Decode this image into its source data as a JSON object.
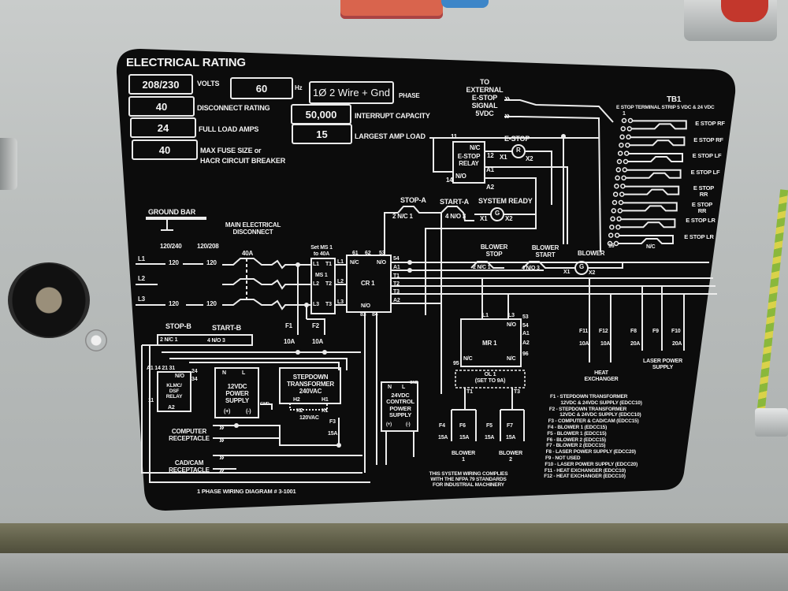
{
  "rating": {
    "title": "ELECTRICAL RATING",
    "volts_value": "208/230",
    "volts_label": "VOLTS",
    "hz_value": "60",
    "hz_label": "Hz",
    "phase_value": "1Ø 2 Wire + Gnd",
    "phase_label": "PHASE",
    "disconnect_value": "40",
    "disconnect_label": "DISCONNECT RATING",
    "interrupt_value": "50,000",
    "interrupt_label": "INTERRUPT CAPACITY",
    "fla_value": "24",
    "fla_label": "FULL LOAD AMPS",
    "largest_value": "15",
    "largest_label": "LARGEST AMP LOAD",
    "fuse_value": "40",
    "fuse_label_1": "MAX FUSE SIZE or",
    "fuse_label_2": "HACR CIRCUIT BREAKER"
  },
  "estop": {
    "external": [
      "TO",
      "EXTERNAL",
      "E-STOP",
      "SIGNAL",
      "5VDC"
    ],
    "tb1": "TB1",
    "tb1_desc": "E STOP TERMINAL STRIP 5 VDC & 24 VDC",
    "terminal_first": "1",
    "terminal_last": "16",
    "nc": "N/C",
    "switches": [
      "E STOP RF",
      "E STOP RF",
      "E STOP LF",
      "E STOP LF",
      "E STOP RR",
      "E STOP RR",
      "E STOP LR",
      "E STOP LR"
    ],
    "relay": {
      "title": "E-STOP RELAY",
      "nc": "N/C",
      "no": "N/O",
      "t11": "11",
      "t12": "12",
      "t14": "14",
      "a1": "A1",
      "a2": "A2"
    },
    "lamp": {
      "label": "E-STOP",
      "glyph": "R",
      "x1": "X1",
      "x2": "X2"
    }
  },
  "start_stop_a": {
    "stop": "STOP-A",
    "start": "START-A",
    "stop_contacts": "2  N/C  1",
    "start_contacts": "4  N/O  3",
    "ready": "SYSTEM READY",
    "ready_glyph": "G",
    "x1": "X1",
    "x2": "X2"
  },
  "main": {
    "ground_bar": "GROUND BAR",
    "disconnect": [
      "MAIN ELECTRICAL",
      "DISCONNECT"
    ],
    "v1": "120/240",
    "v2": "120/208",
    "l1": "L1",
    "l2": "L2",
    "l3": "L3",
    "v120": "120",
    "breaker": "40A",
    "ms1_note": [
      "Set MS 1",
      "to 40A"
    ],
    "ms1": {
      "title": "MS 1",
      "l1": "L1",
      "l2": "L2",
      "l3": "L3",
      "t1": "T1",
      "t2": "T2",
      "t3": "T3"
    },
    "cr1": {
      "title": "CR 1",
      "nc": "N/C",
      "no_top": "N/O",
      "no_bottom": "N/O",
      "t61": "61",
      "t62": "62",
      "t53": "53",
      "t54": "54",
      "t83": "83",
      "t84": "84",
      "l1": "L1",
      "l2": "L2",
      "l3": "L3",
      "a1": "A1",
      "t1": "T1",
      "t2": "T2",
      "t3": "T3",
      "a2": "A2"
    },
    "f1": "F1",
    "f2": "F2",
    "f_rating": "10A"
  },
  "blower": {
    "stop": [
      "BLOWER",
      "STOP"
    ],
    "start": [
      "BLOWER",
      "START"
    ],
    "lamp": "BLOWER",
    "lamp_glyph": "G",
    "stop_contacts": "2  N/C  1",
    "start_contacts": "4  N/O  3",
    "x1": "X1",
    "x2": "X2"
  },
  "mr1": {
    "title": "MR 1",
    "l1": "L1",
    "l3": "L3",
    "no": "N/O",
    "t53": "53",
    "t54": "54",
    "a1": "A1",
    "a2": "A2",
    "nc_left": "N/C",
    "nc_right": "N/C",
    "t95": "95",
    "t96": "96",
    "ol1": [
      "OL 1",
      "(SET TO 9A)"
    ],
    "t1": "T1",
    "t3": "T3"
  },
  "fuses_right": {
    "f11": "F11",
    "f12": "F12",
    "f8": "F8",
    "f9": "F9",
    "f10": "F10",
    "r10": "10A",
    "r20": "20A",
    "heat": [
      "HEAT",
      "EXCHANGER"
    ],
    "laser": [
      "LASER POWER",
      "SUPPLY"
    ]
  },
  "fuses_blower": {
    "f4": "F4",
    "f6": "F6",
    "f5": "F5",
    "f7": "F7",
    "r15": "15A",
    "blower1": [
      "BLOWER",
      "1"
    ],
    "blower2": [
      "BLOWER",
      "2"
    ]
  },
  "lower_left": {
    "stop": "STOP-B",
    "start": "START-B",
    "stop_contacts": "2  N/C  1",
    "start_contacts": "4  N/O  3",
    "relay": [
      "KLMC/",
      "DSF",
      "RELAY"
    ],
    "relay_no": "N/O",
    "relay_pins": "A1 14  21 31",
    "relay_24": "24",
    "relay_34": "34",
    "relay_11": "11",
    "relay_a2": "A2",
    "psu12": [
      "12VDC",
      "POWER",
      "SUPPLY"
    ],
    "n": "N",
    "l": "L",
    "plus": "(+)",
    "minus": "(-)",
    "gnd": "GND",
    "transformer": [
      "STEPDOWN",
      "TRANSFORMER",
      "240VAC"
    ],
    "h1": "H1",
    "h2": "H2",
    "x1": "X1",
    "x2": "X2",
    "v120": "120VAC",
    "f3": "F3",
    "f3_rating": "15A",
    "psu24": [
      "24VDC",
      "CONTROL",
      "POWER",
      "SUPPLY"
    ],
    "computer": [
      "COMPUTER",
      "RECEPTACLE"
    ],
    "cadcam": [
      "CAD/CAM",
      "RECEPTACLE"
    ]
  },
  "footer": {
    "diagram_no": "1 PHASE WIRING DIAGRAM # 3-1001",
    "nfpa": [
      "THIS SYSTEM WIRING COMPLIES",
      "WITH THE NFPA 79 STANDARDS",
      "FOR INDUSTRIAL MACHINERY"
    ]
  },
  "fuse_legend": [
    "F1 - STEPDOWN TRANSFORMER",
    "12VDC & 24VDC SUPPLY (EDCC10)",
    "F2 - STEPDOWN TRANSFORMER",
    "12VDC & 24VDC SUPPLY (EDCC10)",
    "F3 - COMPUTER & CAD/CAM  (EDCC15)",
    "F4 - BLOWER 1  (EDCC15)",
    "F5 - BLOWER 1  (EDCC15)",
    "F6 - BLOWER 2  (EDCC15)",
    "F7 - BLOWER 2  (EDCC15)",
    "F8 - LASER POWER SUPPLY  (EDCC20)",
    "F9 - NOT USED",
    "F10 - LASER POWER SUPPLY  (EDCC20)",
    "F11 - HEAT EXCHANGER (EDCC10)",
    "F12 - HEAT EXCHANGER (EDCC10)"
  ],
  "colors": {
    "label": "#0c0c0c",
    "print": "#f2f2f2",
    "panel": "#b9bdbc",
    "trim": "#6b6a50",
    "connector": "#d9644d",
    "wire": "#3d86c8",
    "ground_wire": "#8ab83c"
  }
}
